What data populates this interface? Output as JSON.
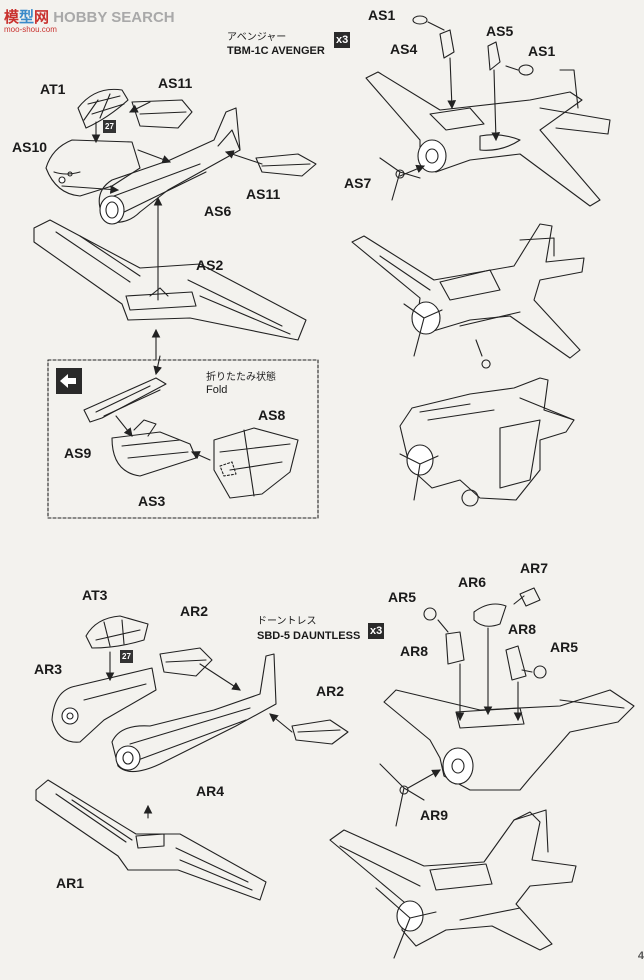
{
  "watermark": {
    "part1": "模",
    "part2": "型",
    "part3": "网",
    "text": "HOBBY SEARCH",
    "url": "moo-shou.com"
  },
  "avenger": {
    "name_jp": "アベンジャー",
    "name_en": "TBM-1C AVENGER",
    "quantity": "x3",
    "fold_jp": "折りたたみ状態",
    "fold_en": "Fold",
    "decal": "27",
    "labels": {
      "at1": "AT1",
      "as10": "AS10",
      "as11a": "AS11",
      "as11b": "AS11",
      "as6": "AS6",
      "as2": "AS2",
      "as8": "AS8",
      "as9": "AS9",
      "as3": "AS3",
      "as1a": "AS1",
      "as1b": "AS1",
      "as4": "AS4",
      "as5": "AS5",
      "as7": "AS7"
    }
  },
  "dauntless": {
    "name_jp": "ドーントレス",
    "name_en": "SBD-5 DAUNTLESS",
    "quantity": "x3",
    "decal": "27",
    "labels": {
      "at3": "AT3",
      "ar2a": "AR2",
      "ar2b": "AR2",
      "ar3": "AR3",
      "ar4": "AR4",
      "ar1": "AR1",
      "ar5a": "AR5",
      "ar5b": "AR5",
      "ar6": "AR6",
      "ar7": "AR7",
      "ar8a": "AR8",
      "ar8b": "AR8",
      "ar9": "AR9"
    }
  },
  "page_number": "4"
}
